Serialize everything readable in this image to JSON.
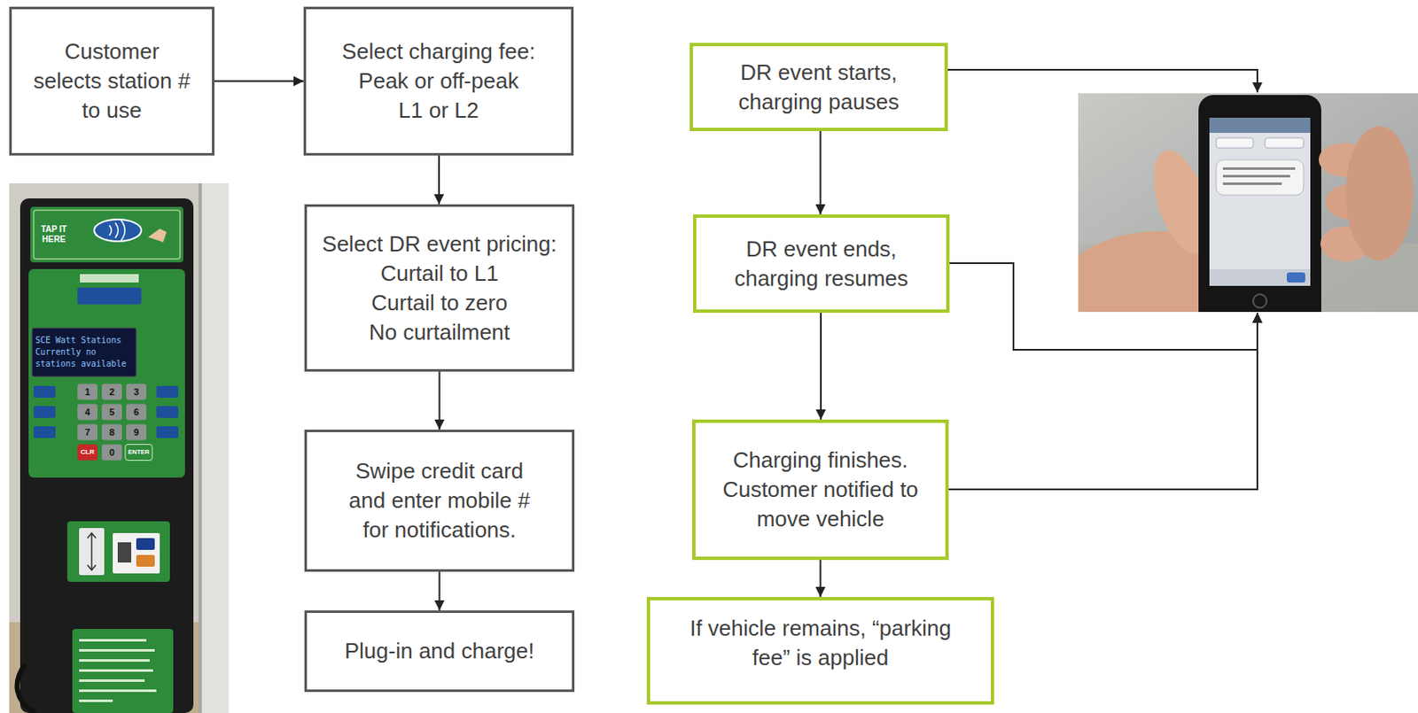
{
  "diagram": {
    "nodes": [
      {
        "text": [
          "Customer selects station # to use"
        ]
      },
      {
        "text": [
          "Select charging fee:",
          "Peak or off-peak",
          "L1 or L2"
        ]
      },
      {
        "text": [
          "Select DR event pricing:",
          "Curtail to L1",
          "Curtail to zero",
          "No curtailment"
        ]
      },
      {
        "text": [
          "Swipe credit card and enter mobile # for notifications."
        ]
      },
      {
        "text": [
          "Plug-in and charge!"
        ]
      },
      {
        "text": [
          "DR event starts, charging pauses"
        ]
      },
      {
        "text": [
          "DR event ends, charging resumes"
        ]
      },
      {
        "text": [
          "Charging finishes. Customer notified to move vehicle"
        ]
      },
      {
        "text": [
          "If vehicle remains, “parking fee” is applied"
        ]
      }
    ],
    "edges": [
      {
        "from": 0,
        "to": 1,
        "arrow": "to"
      },
      {
        "from": 1,
        "to": 2,
        "arrow": "to"
      },
      {
        "from": 2,
        "to": 3,
        "arrow": "to"
      },
      {
        "from": 3,
        "to": 4,
        "arrow": "to"
      },
      {
        "from": 5,
        "to": 6,
        "arrow": "to"
      },
      {
        "from": 6,
        "to": 7,
        "arrow": "to"
      },
      {
        "from": 7,
        "to": 8,
        "arrow": "to"
      }
    ],
    "labels": [
      "TAP IT HERE",
      "SCE Watt Stations Currently no stations available",
      "1",
      "2",
      "3",
      "4",
      "5",
      "6",
      "7",
      "8",
      "9",
      "CLR",
      "0",
      "ENTER"
    ]
  }
}
